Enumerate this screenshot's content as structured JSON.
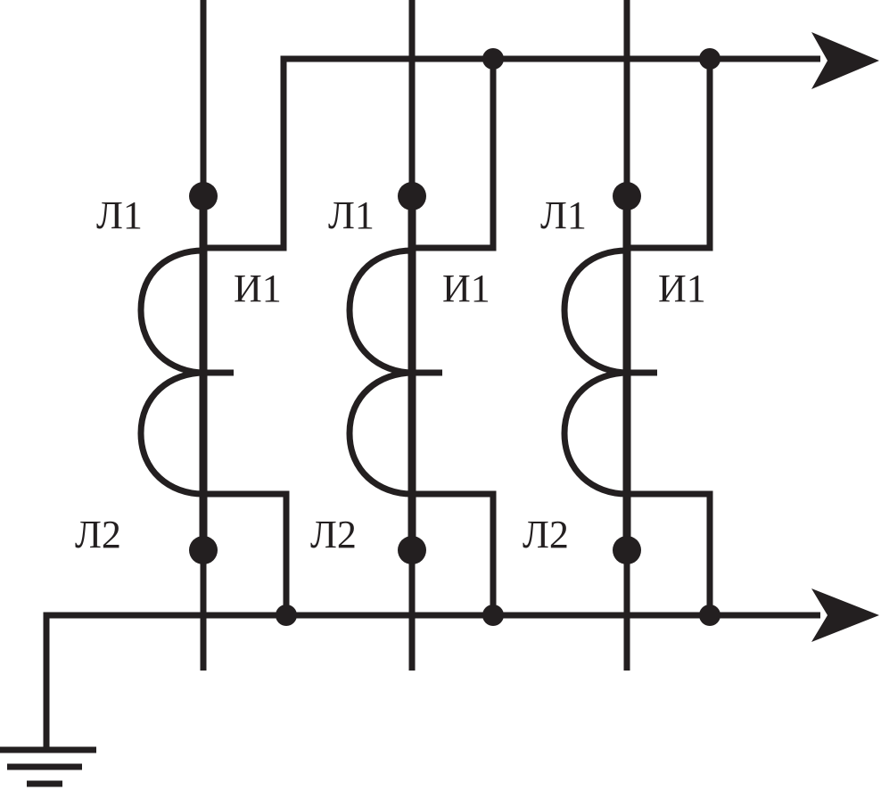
{
  "diagram": {
    "colors": {
      "line": "#231f20",
      "background": "#ffffff"
    },
    "icons": [
      "ground-icon",
      "arrow-right-icon"
    ],
    "transformers": [
      {
        "id": "t1",
        "labels": {
          "L1": "Л1",
          "I1": "И1",
          "L2": "Л2"
        }
      },
      {
        "id": "t2",
        "labels": {
          "L1": "Л1",
          "I1": "И1",
          "L2": "Л2"
        }
      },
      {
        "id": "t3",
        "labels": {
          "L1": "Л1",
          "I1": "И1",
          "L2": "Л2"
        }
      }
    ]
  }
}
